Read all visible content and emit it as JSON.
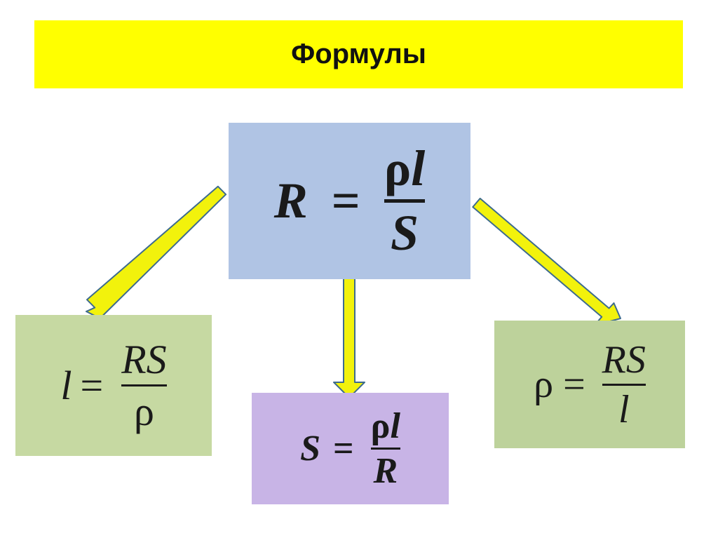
{
  "title": "Формулы",
  "colors": {
    "title_bg": "#ffff00",
    "main_box": "#b0c4e4",
    "length_box": "#c6d9a2",
    "area_box": "#c8b4e6",
    "resistivity_box": "#bdd29b",
    "arrow_fill": "#f2f20c",
    "arrow_stroke": "#3d6b8e"
  },
  "formulas": {
    "main": {
      "lhs": "R",
      "eq": "=",
      "num_a": "ρ",
      "num_b": "l",
      "den": "S"
    },
    "length": {
      "lhs": "l",
      "eq": "=",
      "num": "RS",
      "den": "ρ"
    },
    "area": {
      "lhs": "S",
      "eq": "=",
      "num_a": "ρ",
      "num_b": "l",
      "den": "R"
    },
    "resistivity": {
      "lhs": "ρ",
      "eq": "=",
      "num": "RS",
      "den": "l"
    }
  },
  "edges": [
    {
      "from": "main-formula",
      "to": "length-formula"
    },
    {
      "from": "main-formula",
      "to": "area-formula"
    },
    {
      "from": "main-formula",
      "to": "resistivity-formula"
    }
  ]
}
